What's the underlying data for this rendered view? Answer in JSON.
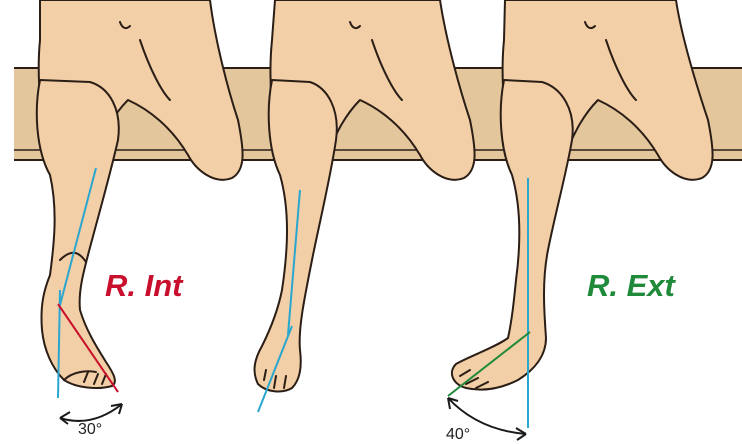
{
  "labels": {
    "internal_rotation": "R. Int",
    "external_rotation": "R. Ext",
    "internal_angle": "30°",
    "external_angle": "40°"
  },
  "colors": {
    "skin": "#f2cfa6",
    "outline": "#2a1e16",
    "table": "#e4c69c",
    "axis_line": "#2aa6cf",
    "internal_rotation": "#c8102e",
    "external_rotation": "#1f8a3a"
  }
}
